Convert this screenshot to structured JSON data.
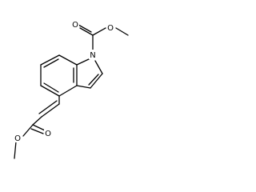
{
  "molecule": {
    "atoms": {
      "n1": "N",
      "o_carbamate_carbonyl": "O",
      "o_carbamate_ether": "O",
      "o_ester_carbonyl": "O",
      "o_ester_ether": "O"
    }
  }
}
